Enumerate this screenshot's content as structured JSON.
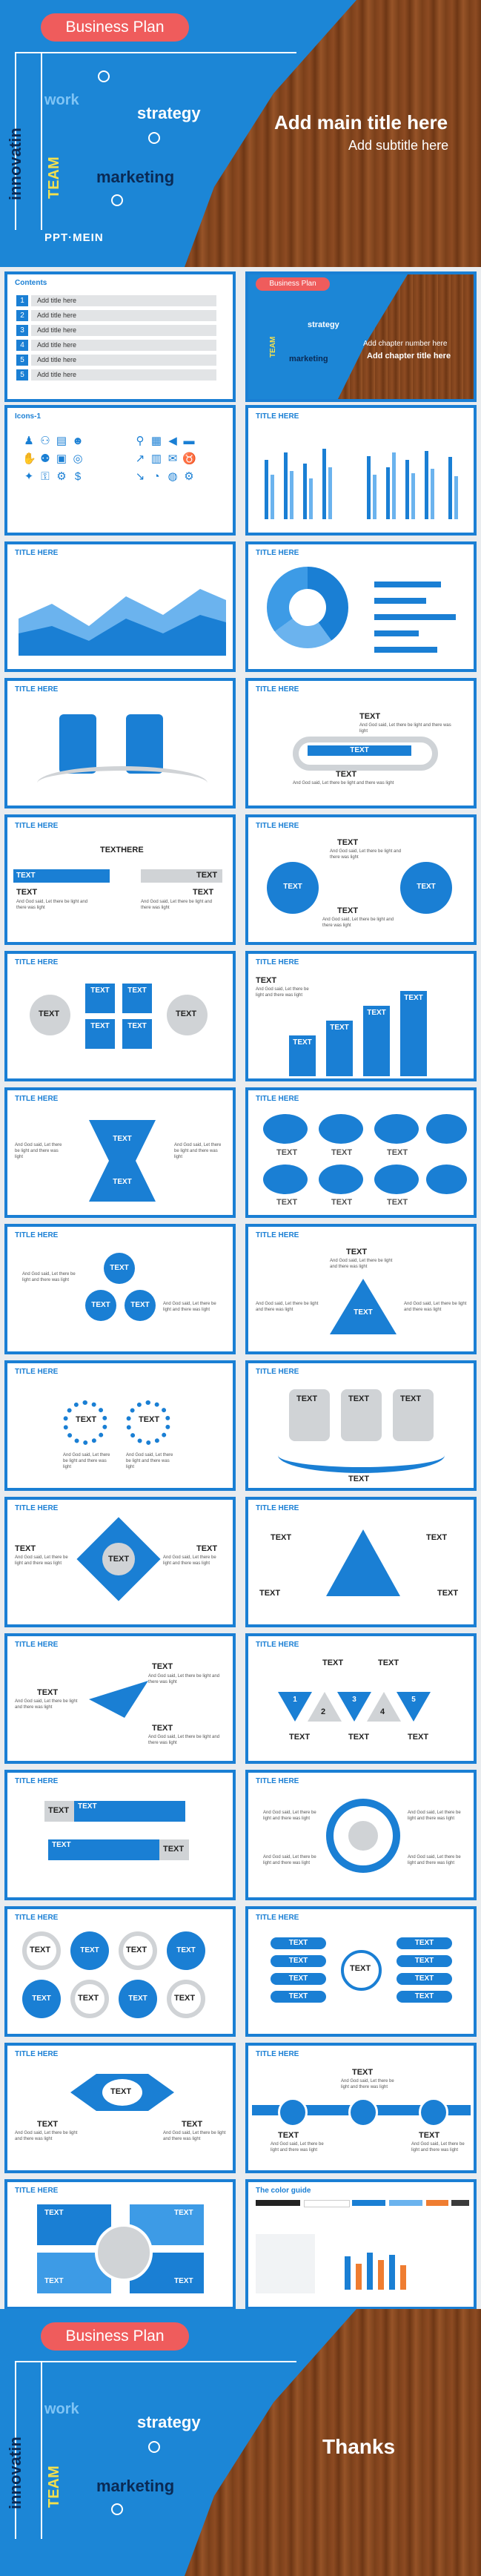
{
  "hero_top": {
    "pill": "Business Plan",
    "words": {
      "work": "work",
      "strategy": "strategy",
      "innovatin": "innovatin",
      "team": "TEAM",
      "marketing": "marketing"
    },
    "main_title": "Add main title here",
    "subtitle": "Add subtitle here",
    "logo": "PPT·MEIN"
  },
  "contents": {
    "heading": "Contents",
    "items": [
      {
        "num": "1",
        "label": "Add title here"
      },
      {
        "num": "2",
        "label": "Add title here"
      },
      {
        "num": "3",
        "label": "Add title here"
      },
      {
        "num": "4",
        "label": "Add title here"
      },
      {
        "num": "5",
        "label": "Add title here"
      },
      {
        "num": "5",
        "label": "Add title here"
      }
    ]
  },
  "chapter": {
    "pill": "Business Plan",
    "words": {
      "strategy": "strategy",
      "team": "TEAM",
      "marketing": "marketing"
    },
    "number": "Add chapter number here",
    "title": "Add chapter title here"
  },
  "icons_slide": {
    "title": "Icons-1"
  },
  "slide_title": "TITLE HERE",
  "text_word": "TEXT",
  "textthere": "TEXTHERE",
  "body_line": "And God said, Let there be light and there was light",
  "color_guide": {
    "title": "The color guide"
  },
  "hero_bottom": {
    "pill": "Business Plan",
    "words": {
      "work": "work",
      "strategy": "strategy",
      "innovatin": "innovatin",
      "team": "TEAM",
      "marketing": "marketing"
    },
    "thanks": "Thanks"
  },
  "numbers": [
    "1",
    "2",
    "3",
    "4",
    "5"
  ]
}
